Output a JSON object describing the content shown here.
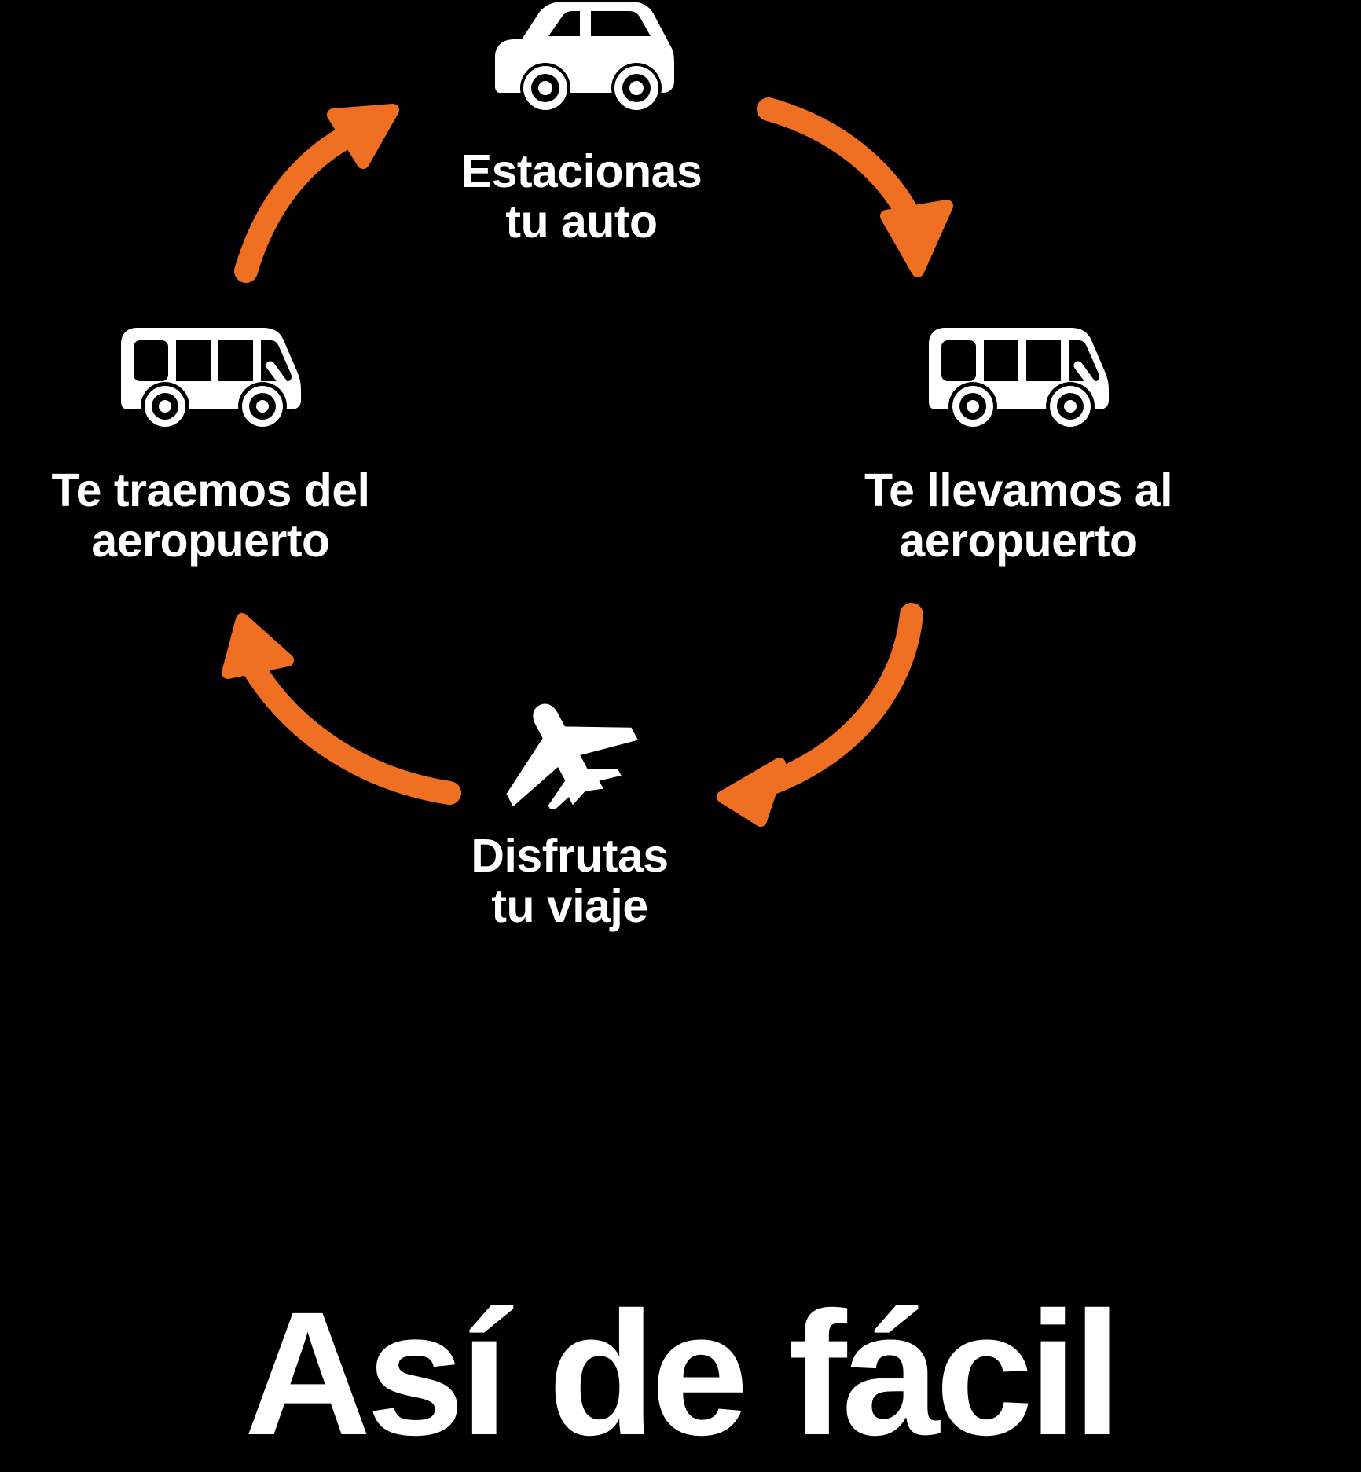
{
  "background_color": "#000000",
  "accent_color": "#F07023",
  "text_color": "#FFFFFF",
  "title": "Así de fácil",
  "steps": [
    {
      "id": "park-car",
      "icon": "car-icon",
      "label": "Estacionas\ntu auto"
    },
    {
      "id": "to-airport",
      "icon": "bus-icon",
      "label": "Te llevamos al\naeropuerto"
    },
    {
      "id": "enjoy-trip",
      "icon": "airplane-icon",
      "label": "Disfrutas\ntu viaje"
    },
    {
      "id": "from-airport",
      "icon": "bus-icon",
      "label": "Te traemos del\naeropuerto"
    }
  ],
  "arrows": [
    {
      "id": "arrow-park-to-airport",
      "from": "park-car",
      "to": "to-airport",
      "direction": "clockwise"
    },
    {
      "id": "arrow-airport-to-enjoy",
      "from": "to-airport",
      "to": "enjoy-trip",
      "direction": "clockwise"
    },
    {
      "id": "arrow-enjoy-to-return",
      "from": "enjoy-trip",
      "to": "from-airport",
      "direction": "clockwise"
    },
    {
      "id": "arrow-return-to-park",
      "from": "from-airport",
      "to": "park-car",
      "direction": "clockwise"
    }
  ]
}
